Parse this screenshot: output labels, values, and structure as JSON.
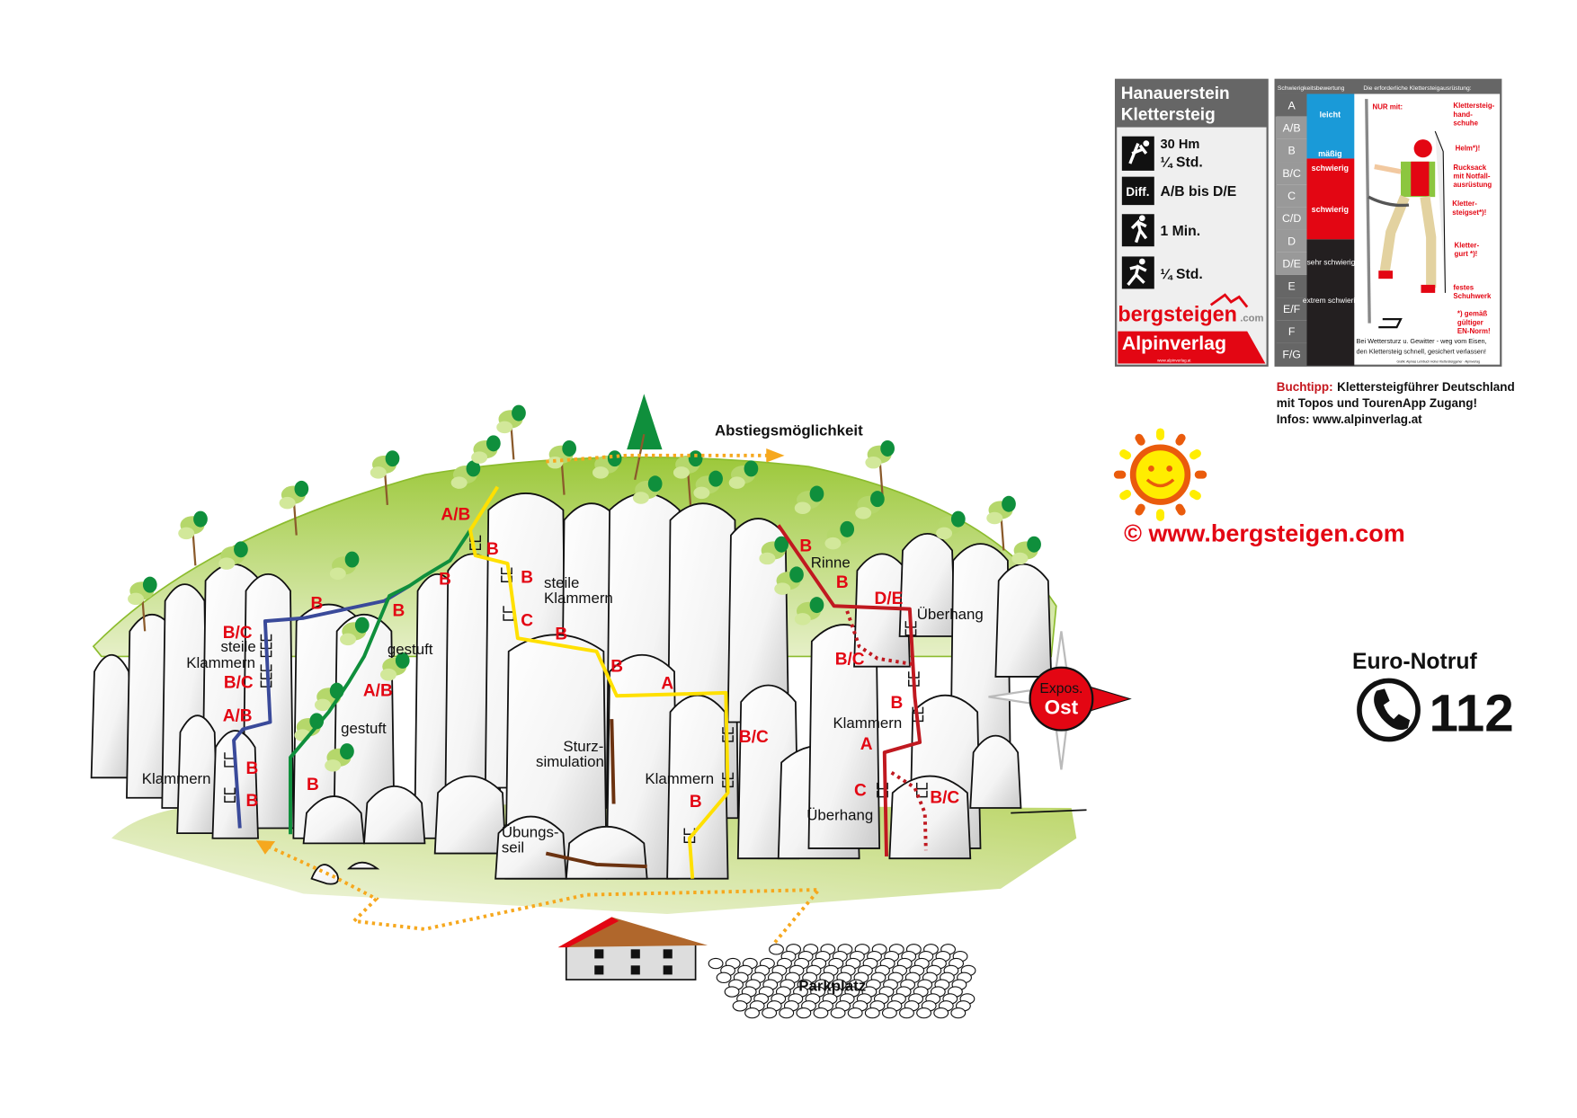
{
  "colors": {
    "route_blue": "#3a4a9a",
    "route_green": "#0f8f3c",
    "route_yellow": "#ffe000",
    "route_red": "#c01920",
    "grade_red": "#e30613",
    "path_orange": "#f6a81e",
    "rope_brown": "#6b3210",
    "grass": "#a8cf45"
  },
  "info": {
    "title_line1": "Hanauerstein",
    "title_line2": "Klettersteig",
    "height": "30 Hm",
    "climb_time": "¼ Std.",
    "diff_badge": "Diff.",
    "difficulty": "A/B bis D/E",
    "approach": "1 Min.",
    "descent": "¼ Std.",
    "icons": [
      "climber-icon",
      "difficulty-icon",
      "approach-hiker-icon",
      "descent-hiker-icon"
    ],
    "brand": "bergsteigen",
    "brand_suffix": ".com",
    "publisher": "Alpinverlag",
    "publisher_url": "www.alpinverlag.at"
  },
  "scale": {
    "header_left": "Schwierigkeitsbewertung",
    "header_right": "Die erforderliche Klettersteigausrüstung:",
    "grades": [
      "A",
      "A/B",
      "B",
      "B/C",
      "C",
      "C/D",
      "D",
      "D/E",
      "E",
      "E/F",
      "F",
      "F/G"
    ],
    "bands": [
      {
        "label": "leicht",
        "color": "#1a9ad8"
      },
      {
        "label": "mäßig",
        "color": "#1a9ad8"
      },
      {
        "label": "schwierig",
        "color": "#e30613"
      },
      {
        "label": "schwierig",
        "color": "#e30613"
      },
      {
        "label": "sehr schwierig",
        "color": "#231f20"
      },
      {
        "label": "extrem schwierig",
        "color": "#231f20"
      }
    ],
    "equipment": {
      "only_with": "NUR mit:",
      "gloves": [
        "Klettersteig-",
        "hand-",
        "schuhe"
      ],
      "helmet": "Helm*)!",
      "backpack": [
        "Rucksack",
        "mit Notfall-",
        "ausrüstung"
      ],
      "set": [
        "Kletter-",
        "steigset*)!"
      ],
      "harness": [
        "Kletter-",
        "gurt *)!"
      ],
      "shoes": [
        "festes",
        "Schuhwerk"
      ],
      "norm": [
        "*) gemäß",
        "gültiger",
        "EN-Norm!"
      ]
    },
    "warning": [
      "Bei Wettersturz u. Gewitter - weg vom Eisen,",
      "den Klettersteig schnell, gesichert verlassen!"
    ],
    "credit": "Grafik: Alpinas Lehrbuch Hoher Klettersteiggeher · Alpinverlag"
  },
  "book": {
    "label": "Buchtipp:",
    "text": "Klettersteigführer Deutschland",
    "line2": "mit Topos und TourenApp Zugang!",
    "line3": "Infos: www.alpinverlag.at"
  },
  "copyright": "©  www.bergsteigen.com",
  "emergency": {
    "title": "Euro-Notruf",
    "number": "112"
  },
  "compass": {
    "line1": "Expos.",
    "line2": "Ost"
  },
  "topo": {
    "descent": "Abstiegsmöglichkeit",
    "parking": "Parkplatz",
    "grades": [
      "A/B",
      "B",
      "B",
      "C",
      "B",
      "B",
      "A",
      "B/C",
      "B",
      "B",
      "B",
      "B",
      "B/C",
      "B/C",
      "A/B",
      "A/B",
      "B",
      "B",
      "B",
      "B",
      "B",
      "D/E",
      "B/C",
      "B",
      "A",
      "C",
      "B/C"
    ],
    "labels": {
      "steile": "steile",
      "klammern": "Klammern",
      "gestuft": "gestuft",
      "sturz1": "Sturz-",
      "sturz2": "simulation",
      "uebungs1": "Übungs-",
      "uebungs2": "seil",
      "rinne": "Rinne",
      "ueberhang": "Überhang"
    }
  }
}
